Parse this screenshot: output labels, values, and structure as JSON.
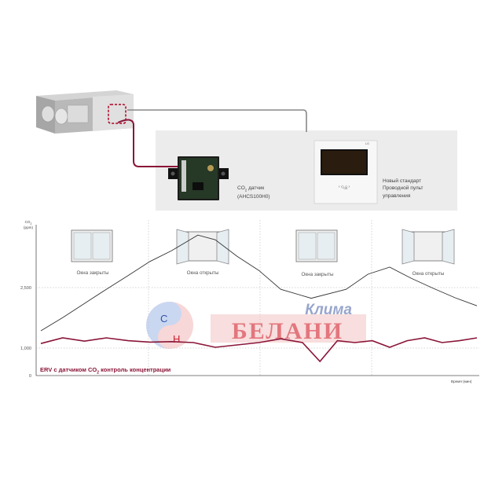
{
  "module": {
    "name": "CO",
    "sub": "2",
    "suffix": " датчик",
    "model": "(AHCS100H0)"
  },
  "remote": {
    "brand": "LG",
    "ok": "OK",
    "line1": "Новый стандарт",
    "line2": "Проводной пульт",
    "line3": "управления"
  },
  "chart": {
    "ylabel_main": "CO",
    "ylabel_sub": "2",
    "ylabel_unit": "(ppm)",
    "xlabel": "Время (мин)",
    "caption_pre": "ERV с датчиком CO",
    "caption_sub": "2",
    "caption_post": " контроль концентрации",
    "colors": {
      "black_line": "#333333",
      "red_line": "#8a1538",
      "grid": "#999999"
    }
  },
  "windows": [
    {
      "label": "Окна закрыты"
    },
    {
      "label": "Окна открыты"
    },
    {
      "label": "Окна закрыты"
    },
    {
      "label": "Окна открыты"
    }
  ],
  "watermark": {
    "top": "Клима",
    "main": "БЕЛАНИ",
    "c": "С",
    "n": "Н"
  },
  "chart_data": {
    "type": "line",
    "yticks": [
      "2,500",
      "1,000",
      "0"
    ],
    "ylim": [
      0,
      3200
    ],
    "xlim": [
      0,
      100
    ],
    "series": [
      {
        "x": [
          0,
          5,
          10,
          15,
          20,
          25,
          30,
          36,
          40,
          45,
          50,
          55,
          62,
          70,
          75,
          80,
          85,
          90,
          95,
          100
        ],
        "y": [
          950,
          1230,
          1530,
          1830,
          2120,
          2420,
          2650,
          2980,
          2880,
          2530,
          2230,
          1830,
          1640,
          1830,
          2150,
          2300,
          2060,
          1850,
          1650,
          1480
        ]
      },
      {
        "x": [
          0,
          5,
          10,
          15,
          20,
          25,
          30,
          35,
          40,
          45,
          50,
          55,
          60,
          64,
          68,
          72,
          76,
          80,
          84,
          88,
          92,
          96,
          100
        ],
        "y": [
          680,
          800,
          730,
          800,
          740,
          710,
          720,
          700,
          600,
          650,
          700,
          780,
          700,
          300,
          740,
          700,
          740,
          600,
          740,
          800,
          700,
          740,
          800
        ]
      }
    ]
  }
}
